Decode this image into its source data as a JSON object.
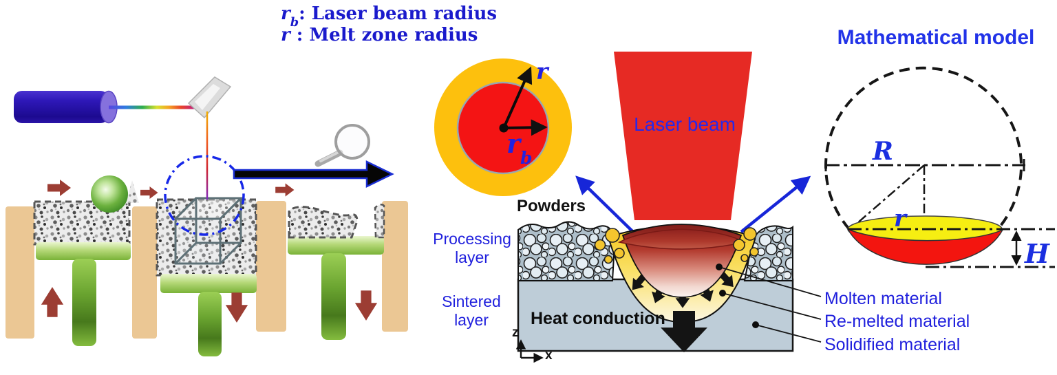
{
  "legend": {
    "line1": {
      "symbol": "r",
      "sub": "b",
      "text": ": Laser beam radius"
    },
    "line2": {
      "symbol": "r",
      "text": " : Melt zone radius"
    }
  },
  "spot": {
    "melt_radius_label": "r",
    "beam_radius_label": "r",
    "beam_radius_sub": "b",
    "powders_label": "Powders"
  },
  "laser": {
    "label": "Laser beam"
  },
  "cross_section": {
    "processing_layer": "Processing layer",
    "sintered_layer": "Sintered layer",
    "heat_conduction": "Heat conduction",
    "axis_z": "z",
    "axis_x": "x"
  },
  "materials": [
    "Molten material",
    "Re-melted material",
    "Solidified material"
  ],
  "model": {
    "title": "Mathematical model",
    "sphere_radius_label": "R",
    "pool_radius_label": "r",
    "pool_depth_label": "H"
  },
  "colors": {
    "text_blue": "#2020dd",
    "legend_blue": "#1a1acc",
    "laser_red": "#e62a24",
    "spot_outer_orange": "#fdc00d",
    "spot_inner_red": "#f41414",
    "remelt_yellow": "#f5c51b",
    "molten_dark_red": "#801d19",
    "substrate_gray": "#becdd8",
    "model_pool_yellow": "#f6ee12",
    "model_pool_red": "#f3150f",
    "pointer_arrow_blue": "#1726d8",
    "piston_green": "#7ab238",
    "wall_tan": "#ebc794",
    "laser_source_indigo": "#2a12ab",
    "flow_arrow_dark_red": "#9c3d33"
  }
}
